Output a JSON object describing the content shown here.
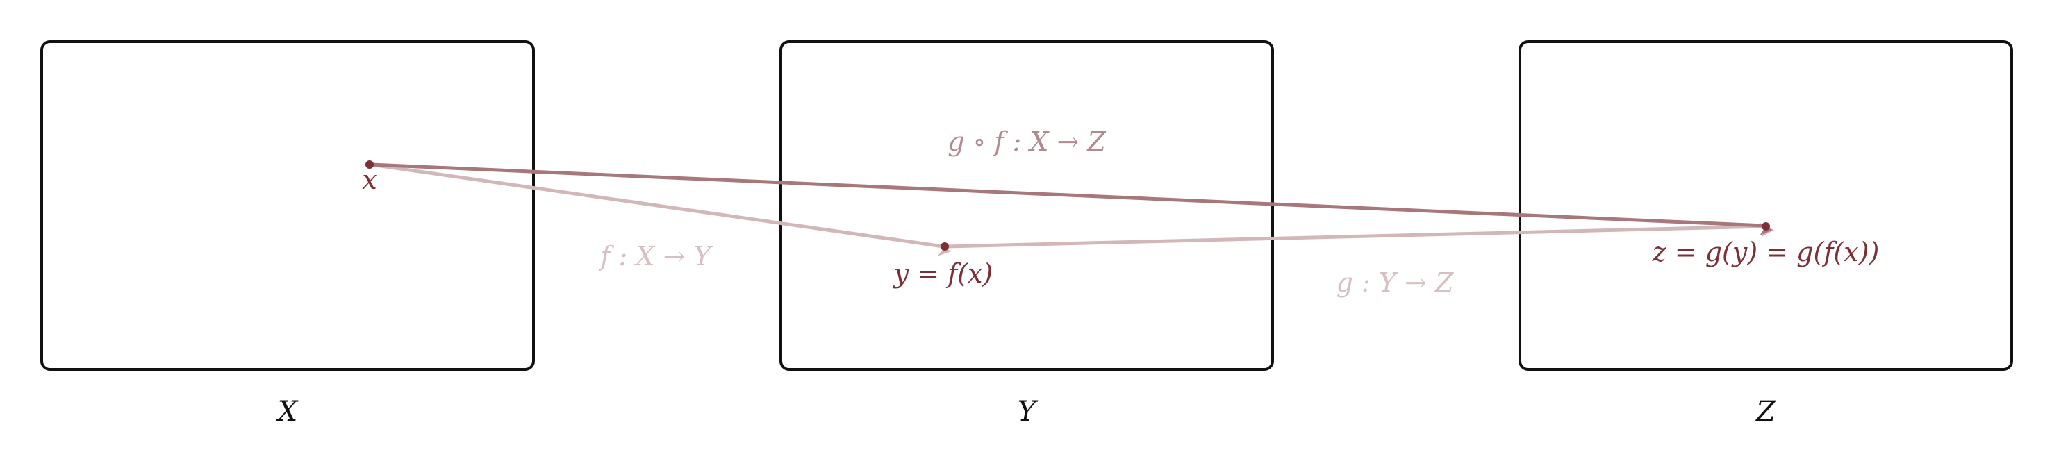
{
  "sets": [
    {
      "id": "X",
      "label": "X"
    },
    {
      "id": "Y",
      "label": "Y"
    },
    {
      "id": "Z",
      "label": "Z"
    }
  ],
  "points": {
    "x": {
      "label": "x"
    },
    "y": {
      "label": "y = f(x)"
    },
    "z": {
      "label": "z = g(y) = g(f(x))"
    }
  },
  "maps": {
    "f": {
      "label": "f : X → Y"
    },
    "g": {
      "label": "g : Y → Z"
    },
    "composition": {
      "label": "g ∘ f : X → Z"
    }
  },
  "colors": {
    "point": "#7d2f38",
    "composition_arrow": "#a8777c",
    "composition_label": "#b08a8e",
    "map_arrow": "#d2b7b9",
    "map_label": "#d6c0c2",
    "box_stroke": "#111111"
  }
}
